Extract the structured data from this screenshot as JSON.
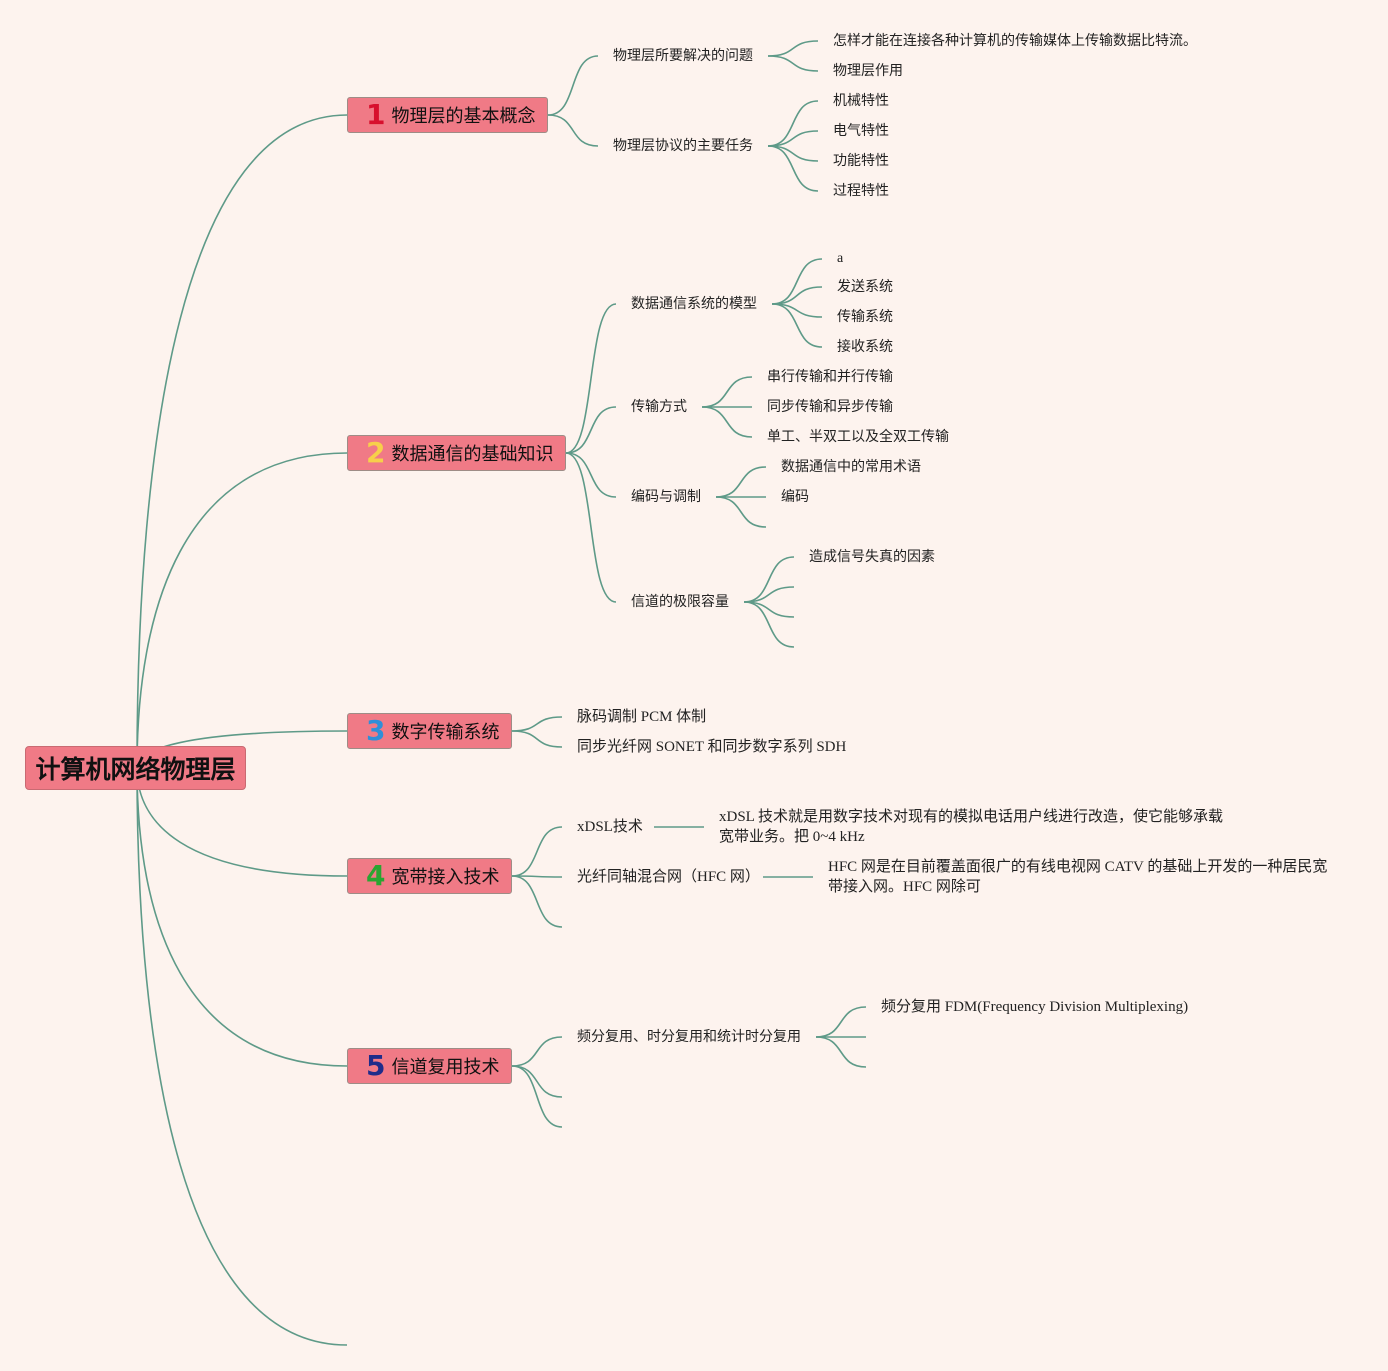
{
  "root": {
    "title": "计算机网络物理层"
  },
  "topics": [
    {
      "num": "1",
      "label": "物理层的基本概念"
    },
    {
      "num": "2",
      "label": "数据通信的基础知识"
    },
    {
      "num": "3",
      "label": "数字传输系统"
    },
    {
      "num": "4",
      "label": "宽带接入技术"
    },
    {
      "num": "5",
      "label": "信道复用技术"
    }
  ],
  "t1": {
    "problem": "物理层所要解决的问题",
    "problem_items": [
      "怎样才能在连接各种计算机的传输媒体上传输数据比特流。",
      "物理层作用"
    ],
    "task": "物理层协议的主要任务",
    "task_items": [
      "机械特性",
      "电气特性",
      "功能特性",
      "过程特性"
    ]
  },
  "t2": {
    "model": "数据通信系统的模型",
    "model_items": [
      "a",
      "发送系统",
      "传输系统",
      "接收系统"
    ],
    "mode": "传输方式",
    "mode_items": [
      "串行传输和并行传输",
      "同步传输和异步传输",
      "单工、半双工以及全双工传输"
    ],
    "coding": "编码与调制",
    "coding_items": [
      "数据通信中的常用术语",
      "编码"
    ],
    "channel": "信道的极限容量",
    "channel_items": [
      "造成信号失真的因素"
    ]
  },
  "t3": {
    "items": [
      "脉码调制 PCM 体制",
      "同步光纤网 SONET 和同步数字系列 SDH"
    ]
  },
  "t4": {
    "xdsl": "xDSL技术",
    "xdsl_desc": "xDSL 技术就是用数字技术对现有的模拟电话用户线进行改造，使它能够承载宽带业务。把 0~4 kHz",
    "hfc": "光纤同轴混合网（HFC 网）",
    "hfc_desc": "HFC 网是在目前覆盖面很广的有线电视网 CATV 的基础上开发的一种居民宽带接入网。HFC 网除可"
  },
  "t5": {
    "mux": "频分复用、时分复用和统计时分复用",
    "mux_items": [
      "频分复用 FDM(Frequency Division Multiplexing)"
    ]
  },
  "colors": {
    "background": "#fdf3ee",
    "topic_fill": "#f07a86",
    "line": "#5e9a88"
  }
}
